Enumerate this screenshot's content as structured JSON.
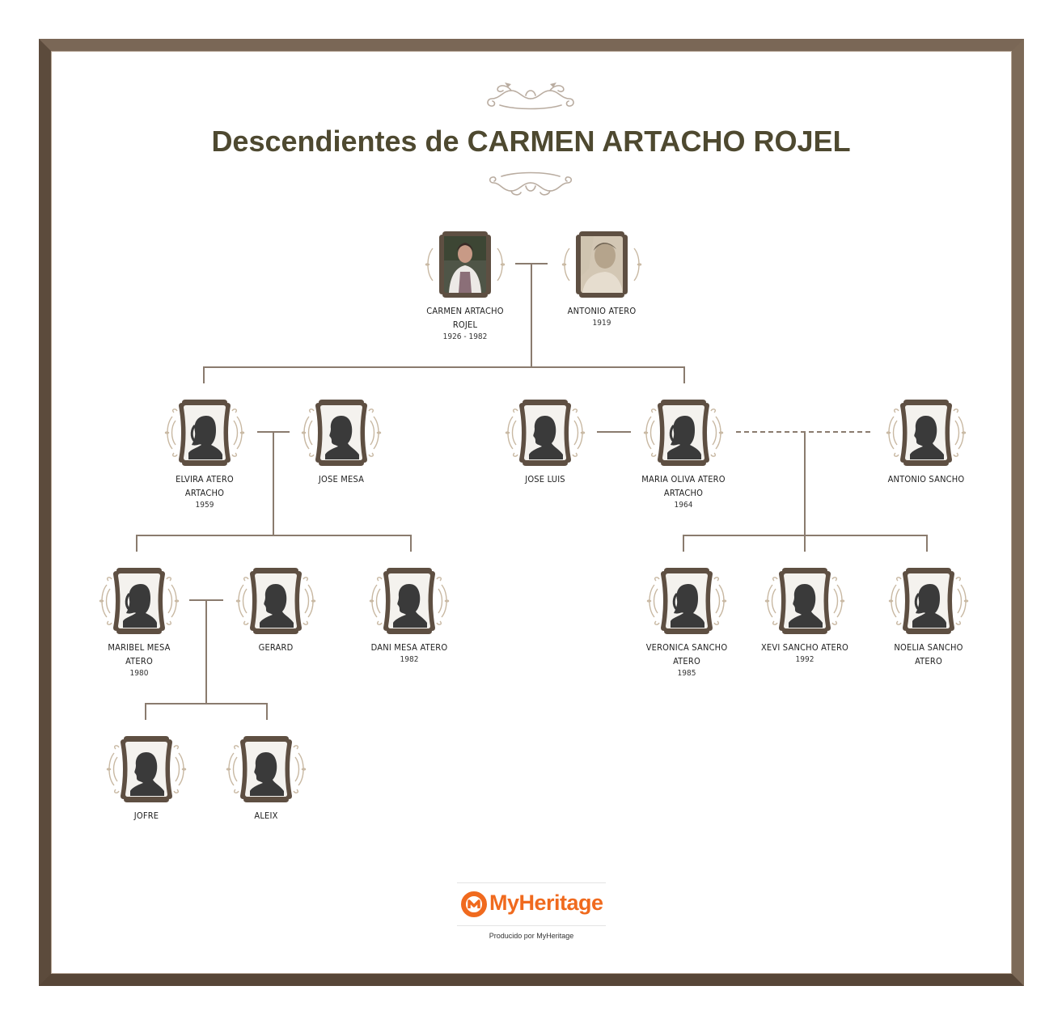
{
  "title": "Descendientes de CARMEN ARTACHO ROJEL",
  "colors": {
    "frame": "#6a5848",
    "title": "#4e4930",
    "connector": "#8a7b6e",
    "ornament": "#b9aca0",
    "silhouette": "#3a3a3a",
    "brand": "#f06a1e"
  },
  "people": {
    "carmen": {
      "name": "CARMEN ARTACHO ROJEL",
      "dates": "1926 - 1982",
      "portrait": "photo-woman"
    },
    "antonio_atero": {
      "name": "ANTONIO ATERO",
      "dates": "1919",
      "portrait": "photo-man"
    },
    "elvira": {
      "name": "ELVIRA ATERO ARTACHO",
      "dates": "1959",
      "portrait": "female-silhouette"
    },
    "jose_mesa": {
      "name": "JOSE MESA",
      "dates": "",
      "portrait": "male-silhouette"
    },
    "jose_luis": {
      "name": "JOSE LUIS",
      "dates": "",
      "portrait": "male-silhouette"
    },
    "maria_oliva": {
      "name": "MARIA OLIVA ATERO ARTACHO",
      "dates": "1964",
      "portrait": "female-silhouette"
    },
    "antonio_sancho": {
      "name": "ANTONIO SANCHO",
      "dates": "",
      "portrait": "male-silhouette"
    },
    "maribel": {
      "name": "MARIBEL MESA ATERO",
      "dates": "1980",
      "portrait": "female-silhouette"
    },
    "gerard": {
      "name": "GERARD",
      "dates": "",
      "portrait": "male-silhouette"
    },
    "dani": {
      "name": "DANI MESA ATERO",
      "dates": "1982",
      "portrait": "male-silhouette"
    },
    "veronica": {
      "name": "VERONICA SANCHO ATERO",
      "dates": "1985",
      "portrait": "female-silhouette"
    },
    "xevi": {
      "name": "XEVI SANCHO ATERO",
      "dates": "1992",
      "portrait": "male-silhouette"
    },
    "noelia": {
      "name": "NOELIA SANCHO ATERO",
      "dates": "",
      "portrait": "female-silhouette"
    },
    "jofre": {
      "name": "JOFRE",
      "dates": "",
      "portrait": "male-silhouette"
    },
    "aleix": {
      "name": "ALEIX",
      "dates": "",
      "portrait": "male-silhouette"
    }
  },
  "footer": {
    "logo": "MyHeritage",
    "producer": "Producido por MyHeritage"
  }
}
